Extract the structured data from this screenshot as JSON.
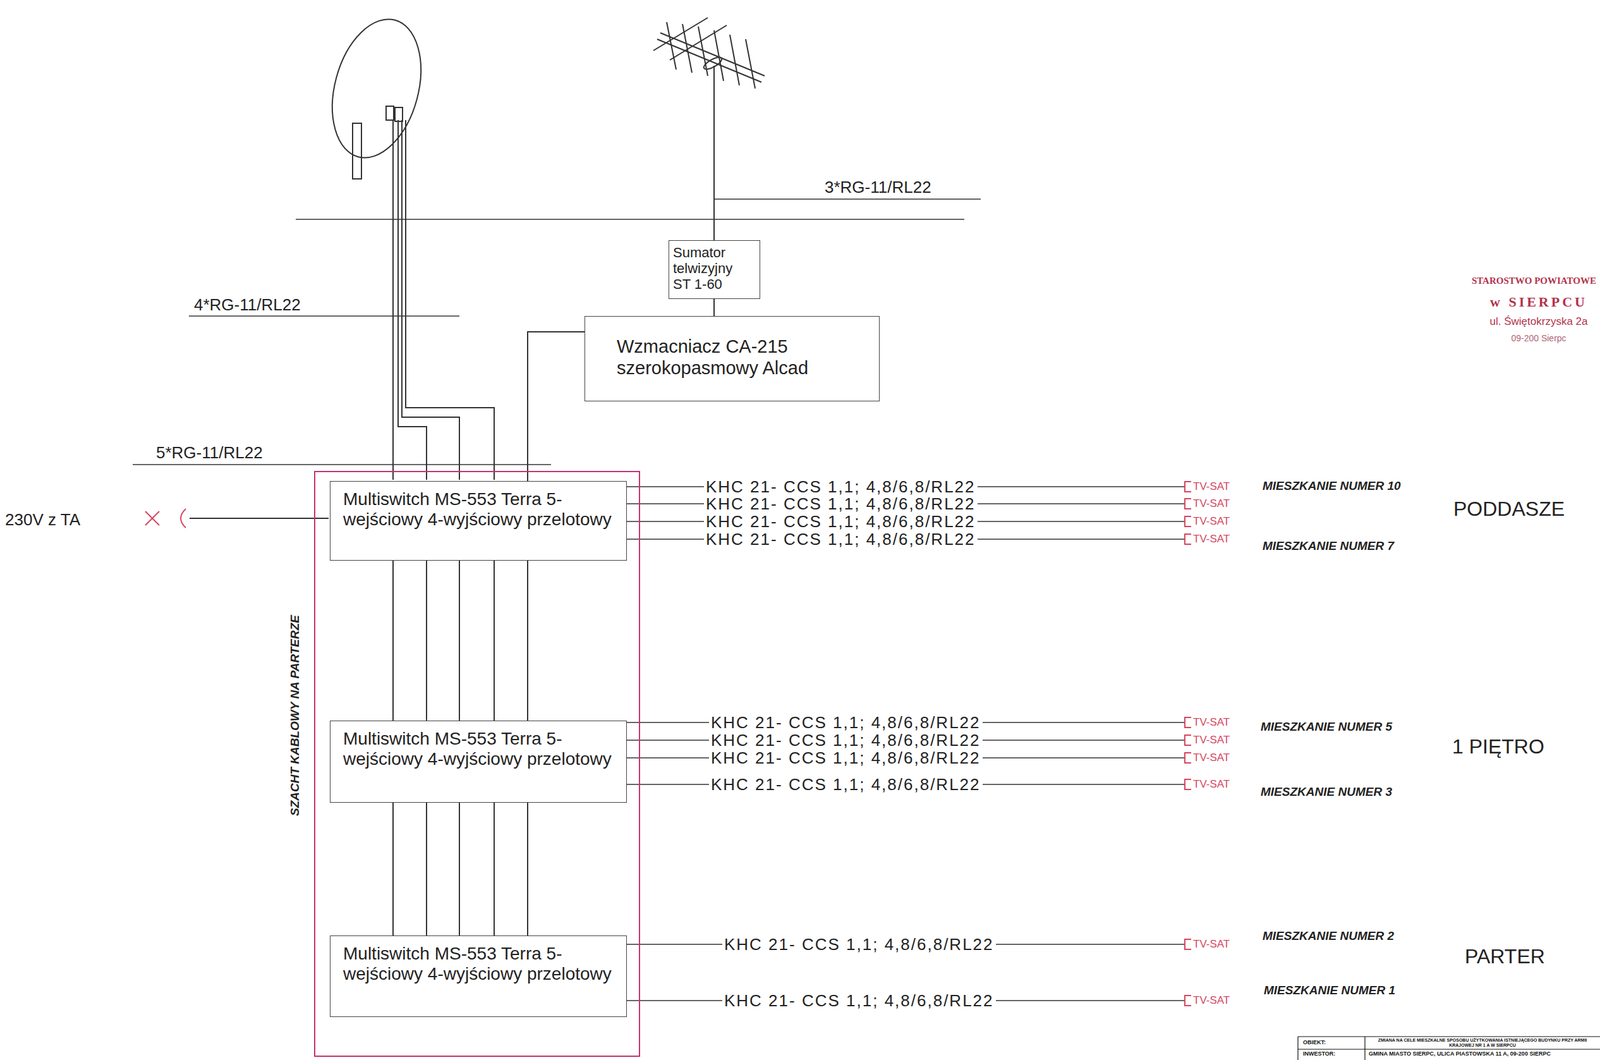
{
  "diagram": {
    "nodes": [
      {
        "text": [
          "Sumator telwizyjny ST 1-60"
        ]
      },
      {
        "text": [
          "Wzmacniacz CA-215 szerokopasmowy Alcad"
        ]
      },
      {
        "text": [
          "SZACHT KABLOWY NA PARTERZE"
        ]
      },
      {
        "text": [
          "Multiswitch MS-553 Terra 5-wejściowy 4-wyjściowy przelotowy"
        ],
        "in": 2
      },
      {
        "text": [
          "Multiswitch MS-553 Terra 5-wejściowy 4-wyjściowy przelotowy"
        ],
        "in": 2
      },
      {
        "text": [
          "Multiswitch MS-553 Terra 5-wejściowy 4-wyjściowy przelotowy"
        ],
        "in": 2
      }
    ],
    "edges": [
      {
        "from": 0,
        "to": 1,
        "arrow": "none"
      },
      {
        "from": 1,
        "to": 3,
        "arrow": "none"
      },
      {
        "from": 3,
        "to": 4,
        "arrow": "none"
      },
      {
        "from": 3,
        "to": 4,
        "arrow": "none"
      },
      {
        "from": 3,
        "to": 4,
        "arrow": "none"
      },
      {
        "from": 3,
        "to": 4,
        "arrow": "none"
      },
      {
        "from": 3,
        "to": 4,
        "arrow": "none"
      },
      {
        "from": 4,
        "to": 5,
        "arrow": "none"
      },
      {
        "from": 4,
        "to": 5,
        "arrow": "none"
      },
      {
        "from": 4,
        "to": 5,
        "arrow": "none"
      },
      {
        "from": 4,
        "to": 5,
        "arrow": "none"
      },
      {
        "from": 4,
        "to": 5,
        "arrow": "none"
      }
    ],
    "labels": [
      "3*RG-11/RL22",
      "4*RG-11/RL22",
      "5*RG-11/RL22",
      "230V z TA",
      "KHC 21- CCS 1,1; 4,8/6,8/RL22",
      "TV-SAT",
      "MIESZKANIE NUMER 10",
      "KHC 21- CCS 1,1; 4,8/6,8/RL22",
      "TV-SAT",
      "KHC 21- CCS 1,1; 4,8/6,8/RL22",
      "TV-SAT",
      "KHC 21- CCS 1,1; 4,8/6,8/RL22",
      "TV-SAT",
      "MIESZKANIE NUMER 7",
      "PODDASZE",
      "KHC 21- CCS 1,1; 4,8/6,8/RL22",
      "TV-SAT",
      "MIESZKANIE NUMER 5",
      "KHC 21- CCS 1,1; 4,8/6,8/RL22",
      "TV-SAT",
      "KHC 21- CCS 1,1; 4,8/6,8/RL22",
      "TV-SAT",
      "KHC 21- CCS 1,1; 4,8/6,8/RL22",
      "TV-SAT",
      "MIESZKANIE NUMER 3",
      "1 PIĘTRO",
      "KHC 21- CCS 1,1; 4,8/6,8/RL22",
      "TV-SAT",
      "MIESZKANIE NUMER 2",
      "KHC 21- CCS 1,1; 4,8/6,8/RL22",
      "TV-SAT",
      "MIESZKANIE NUMER 1",
      "PARTER",
      "STAROSTWO POWIATOWE",
      "w SIERPCU",
      "ul. Świętokrzyska 2a",
      "09-200 Sierpc",
      "OBIEKT:",
      "ZMIANA NA CELE MIESZKALNE SPOSOBU UŻYTKOWANIA ISTNIEJĄCEGO BUDYNKU PRZY ARMII KRAJOWEJ NR 1 A W SIERPCU",
      "INWESTOR:",
      "GMINA MIASTO SIERPC, ULICA PIASTOWSKA 11 A, 09-200 SIERPC"
    ]
  }
}
